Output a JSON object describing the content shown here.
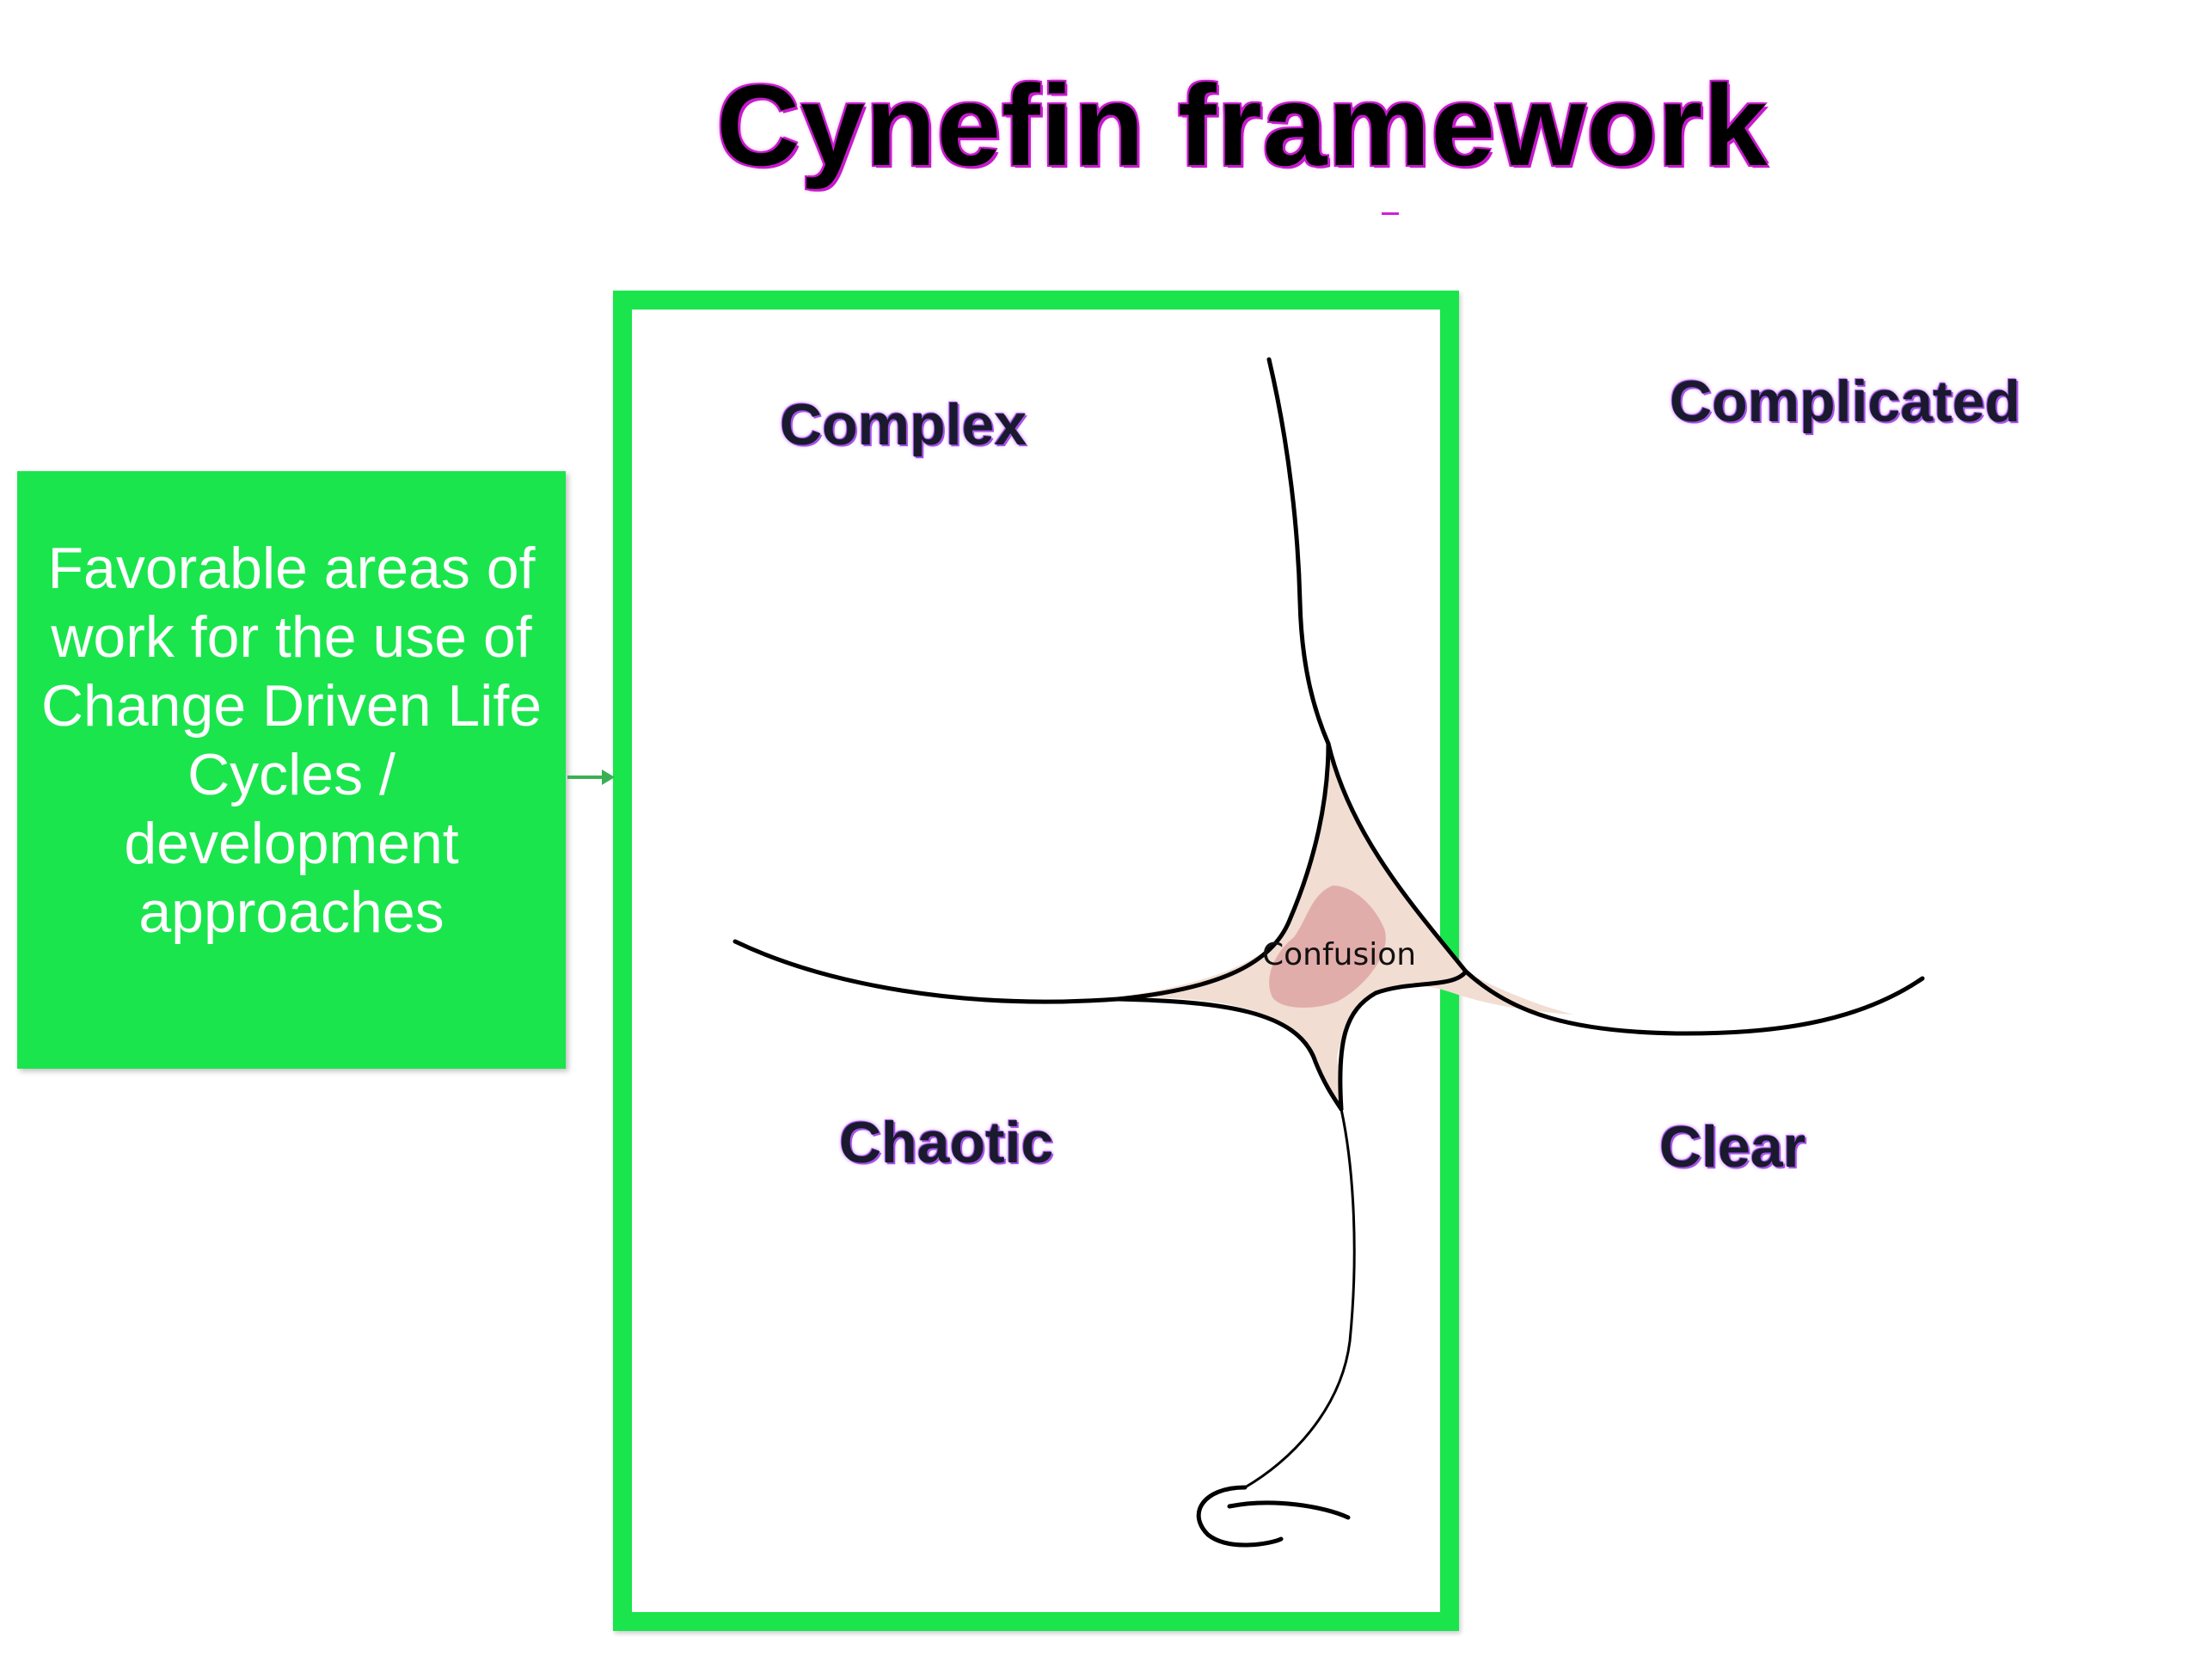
{
  "title": "Cynefin framework",
  "favorable_text": "Favorable areas of work for the use of Change Driven Life Cycles / development approaches",
  "domains": {
    "complex": "Complex",
    "complicated": "Complicated",
    "chaotic": "Chaotic",
    "clear": "Clear",
    "confusion": "Confusion"
  },
  "colors": {
    "highlight_green": "#1ae54d",
    "title_glow": "#d21ed8",
    "label_glow": "#a04fe0",
    "confusion_fill": "#f1ddd2",
    "confusion_core": "#dea5a3"
  }
}
